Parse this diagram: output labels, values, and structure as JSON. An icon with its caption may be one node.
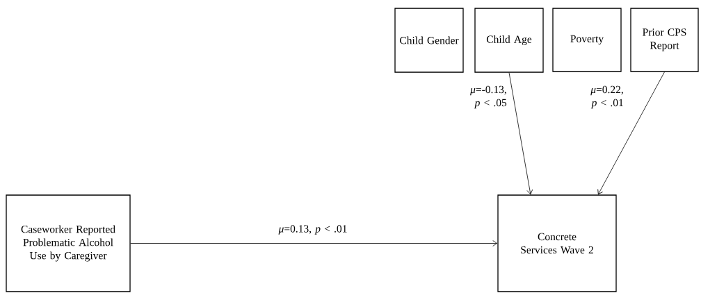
{
  "diagram": {
    "nodes": [
      {
        "text": [
          "Child Gender"
        ]
      },
      {
        "text": [
          "Child Age"
        ]
      },
      {
        "text": [
          "Poverty"
        ]
      },
      {
        "text": [
          "Prior CPS Report"
        ]
      },
      {
        "text": [
          "Caseworker Reported Problematic Alcohol Use by Caregiver"
        ]
      },
      {
        "text": [
          "Concrete Services Wave 2"
        ]
      }
    ],
    "edges": [
      {
        "from": 1,
        "to": 5,
        "arrow": "to",
        "label": "*μ*=-0.13, *p* < .05"
      },
      {
        "from": 3,
        "to": 5,
        "arrow": "to",
        "label": "*μ*=0.22, *p* < .01"
      },
      {
        "from": 4,
        "to": 5,
        "arrow": "to",
        "label": "*μ*=0.13, *p* < .01"
      }
    ]
  }
}
